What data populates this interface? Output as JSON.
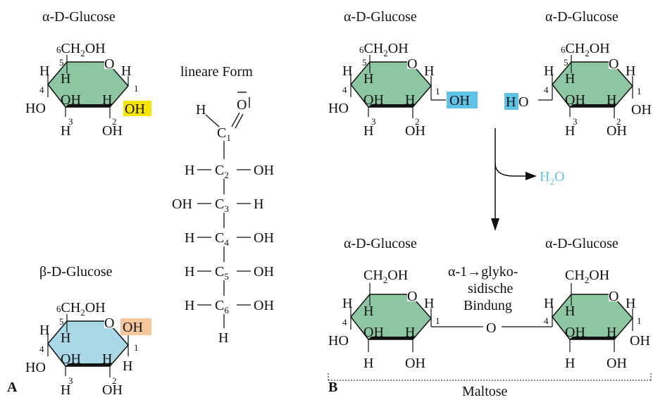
{
  "panel_a": {
    "label": "A",
    "alpha_title": "α-D-Glucose",
    "beta_title": "β-D-Glucose",
    "linear_title": "lineare Form"
  },
  "panel_b": {
    "label": "B",
    "top_left_title": "α-D-Glucose",
    "top_right_title": "α-D-Glucose",
    "bottom_left_title": "α-D-Glucose",
    "bottom_right_title": "α-D-Glucose",
    "water": "H",
    "water_sub": "2",
    "water_tail": "O",
    "bond_line1": "α-1→glyko-",
    "bond_line2": "sidische",
    "bond_line3": "Bindung",
    "product": "Maltose",
    "bridge_o": "O"
  },
  "ring": {
    "ch2oh": "CH",
    "ch2oh_sub": "2",
    "ch2oh_tail": "OH",
    "ring_o": "O",
    "h": "H",
    "oh": "OH",
    "ho": "HO",
    "n1": "1",
    "n2": "2",
    "n3": "3",
    "n4": "4",
    "n5": "5",
    "n6": "6"
  },
  "linear": {
    "h_top": "H",
    "o": "O",
    "o_bar": "—",
    "o_pair": "|",
    "c": "C",
    "h": "H",
    "oh": "OH",
    "sub1": "1",
    "sub2": "2",
    "sub3": "3",
    "sub4": "4",
    "sub5": "5",
    "sub6": "6"
  },
  "colors": {
    "ring_green": "#8cc7a1",
    "ring_blue": "#a9d8e6",
    "highlight_yellow": "#f7e600",
    "highlight_orange": "#f6c79a",
    "highlight_cyan": "#5ec3e6",
    "water_color": "#5ec3e6"
  }
}
